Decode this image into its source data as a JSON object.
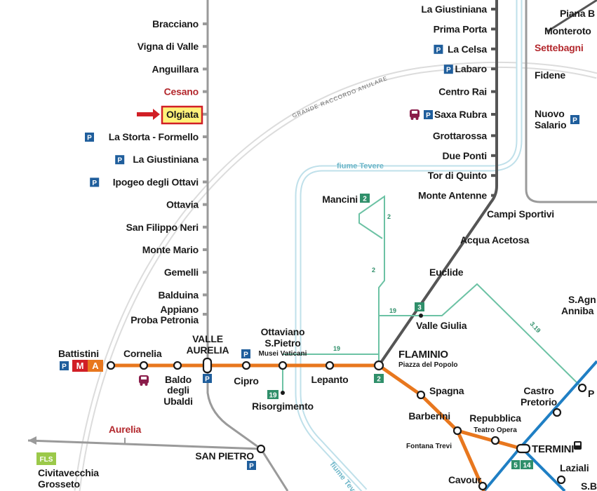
{
  "colors": {
    "fl3_line": "#9a9a9a",
    "metro_a": "#e8771e",
    "metro_b": "#1f7fc4",
    "fl1_line": "#555555",
    "tram": "#6cc2a4",
    "river": "#bfe0ea",
    "ring": "#dcdcdc",
    "parking": "#1f5e9c",
    "highlight_fill": "#fff27a",
    "highlight_border": "#d11f26",
    "arrow": "#d11f26",
    "red_label": "#b3282d",
    "fls_badge": "#9bc94a",
    "metro_a_badge": "#e8771e",
    "metro_m_badge": "#d11f26"
  },
  "ring_label": "GRANDE RACCORDO ANULARE",
  "river_labels": [
    "fiume Tevere",
    "fiume Tevere"
  ],
  "fl3_stations": [
    {
      "name": "Bracciano",
      "parking": false,
      "red": false
    },
    {
      "name": "Vigna di Valle",
      "parking": false,
      "red": false
    },
    {
      "name": "Anguillara",
      "parking": false,
      "red": false
    },
    {
      "name": "Cesano",
      "parking": false,
      "red": true
    },
    {
      "name": "Olgiata",
      "parking": false,
      "red": false,
      "highlighted": true
    },
    {
      "name": "La Storta - Formello",
      "parking": true,
      "red": false
    },
    {
      "name": "La Giustiniana",
      "parking": true,
      "red": false
    },
    {
      "name": "Ipogeo degli Ottavi",
      "parking": true,
      "red": false
    },
    {
      "name": "Ottavia",
      "parking": false,
      "red": false
    },
    {
      "name": "San Filippo Neri",
      "parking": false,
      "red": false
    },
    {
      "name": "Monte Mario",
      "parking": false,
      "red": false
    },
    {
      "name": "Gemelli",
      "parking": false,
      "red": false
    },
    {
      "name": "Balduina",
      "parking": false,
      "red": false
    }
  ],
  "appiano": {
    "line1": "Appiano",
    "line2": "Proba Petronia"
  },
  "fl1_stations": [
    {
      "name": "La Giustiniana",
      "parking": false
    },
    {
      "name": "Prima Porta",
      "parking": false
    },
    {
      "name": "La Celsa",
      "parking": true
    },
    {
      "name": "Labaro",
      "parking": true
    },
    {
      "name": "Centro Rai",
      "parking": false
    },
    {
      "name": "Saxa Rubra",
      "parking": true,
      "bus": true
    },
    {
      "name": "Grottarossa",
      "parking": false
    },
    {
      "name": "Due Ponti",
      "parking": false
    },
    {
      "name": "Tor di Quinto",
      "parking": false
    },
    {
      "name": "Monte Antenne",
      "parking": false
    }
  ],
  "fl1_lower": [
    "Campi Sportivi",
    "Acqua Acetosa",
    "Euclide",
    "Valle Giulia"
  ],
  "east_line": {
    "piana": "Piana B",
    "monterotondo": "Monteroto",
    "settebagni": "Settebagni",
    "fidene": "Fidene",
    "nuovo": "Nuovo",
    "salario": "Salario"
  },
  "metro_a": {
    "battistini": "Battistini",
    "cornelia": "Cornelia",
    "baldo": [
      "Baldo",
      "degli",
      "Ubaldi"
    ],
    "valle": [
      "VALLE",
      "AURELIA"
    ],
    "cipro": "Cipro",
    "ottaviano": [
      "Ottaviano",
      "S.Pietro"
    ],
    "musei": "Musei Vaticani",
    "lepanto": "Lepanto",
    "flaminio": "FLAMINIO",
    "piazza": "Piazza del Popolo",
    "spagna": "Spagna",
    "barberini": "Barberini",
    "fontana": "Fontana Trevi",
    "repubblica": "Repubblica",
    "teatro": "Teatro Opera",
    "termini": "TERMINI"
  },
  "other_stations": {
    "risorgimento": "Risorgimento",
    "mancini": "Mancini",
    "castro": [
      "Castro",
      "Pretorio"
    ],
    "sagnese": [
      "S.Agn",
      "Anniba"
    ],
    "cavour": "Cavour",
    "laziali": "Laziali",
    "san_pietro": "SAN PIETRO",
    "aurelia": "Aurelia",
    "civitavecchia": "Civitavecchia",
    "grosseto": "Grosseto",
    "p_edge": "P",
    "sb_edge": "S.B"
  },
  "badges": {
    "parking": "P",
    "metro_m": "M",
    "metro_a": "A",
    "fls": "FLS",
    "tram2": "2",
    "tram3": "3",
    "tram19": "19",
    "tram5": "5",
    "tram14": "14",
    "tram319": "3.19"
  }
}
